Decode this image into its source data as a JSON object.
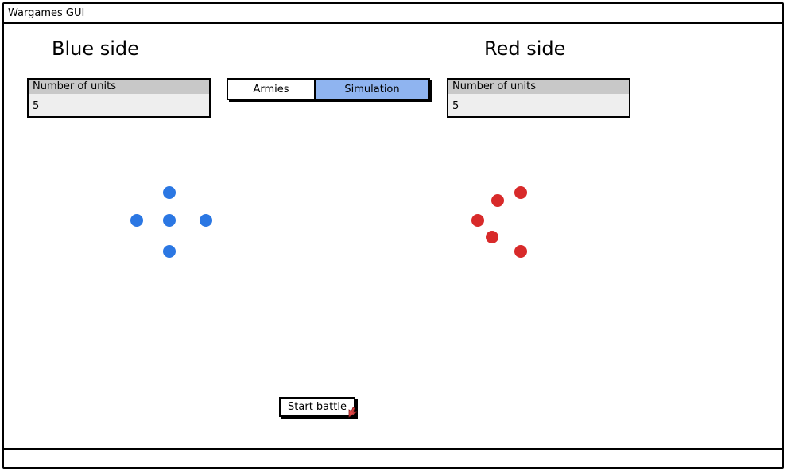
{
  "window": {
    "title": "Wargames GUI"
  },
  "blue_side": {
    "heading": "Blue side",
    "units_label": "Number of units",
    "units_value": "5",
    "color": "#2b77e3"
  },
  "red_side": {
    "heading": "Red side",
    "units_label": "Number of units",
    "units_value": "5",
    "color": "#d82a2a"
  },
  "tabs": [
    {
      "label": "Armies",
      "selected": false
    },
    {
      "label": "Simulation",
      "selected": true
    }
  ],
  "accent": "#8fb4f0",
  "actions": {
    "start_label": "Start battle"
  },
  "icons": {
    "cursor": "pointer-cursor-icon"
  }
}
